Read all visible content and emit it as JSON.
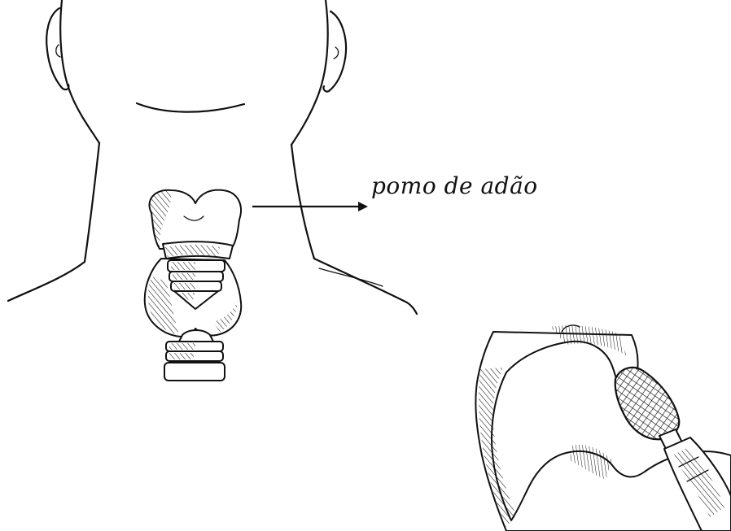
{
  "annotation": {
    "label": "pomo de adão"
  },
  "colors": {
    "ink": "#111111",
    "background": "#ffffff"
  },
  "icons": [
    "neck-outline",
    "larynx-cartilage",
    "arrow-right",
    "rotary-burr-tool",
    "thyroid-cartilage-profile"
  ]
}
